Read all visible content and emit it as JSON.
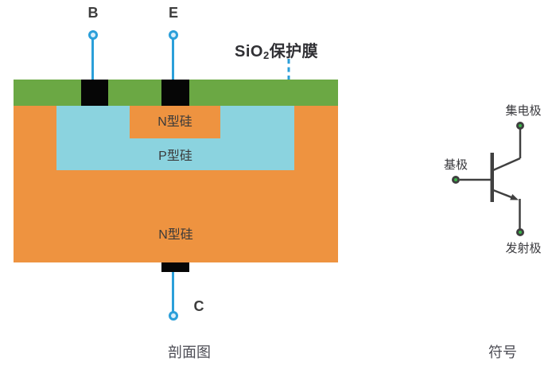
{
  "colors": {
    "sio2-green": "#6ba844",
    "n-orange": "#ee9340",
    "p-blue": "#8bd3df",
    "pin-blue": "#2b9fd9",
    "contact-black": "#060606",
    "text-dark": "#3d3d3d",
    "caption-gray": "#4c4c54",
    "symbol-line": "#404040",
    "terminal-green": "#3cb54a"
  },
  "cross_section": {
    "caption": "剖面图",
    "terminal_b": "B",
    "terminal_e": "E",
    "terminal_c": "C",
    "sio2_label": {
      "prefix": "SiO",
      "sub": "2",
      "suffix": "保护膜"
    },
    "regions": {
      "emitter": "N型硅",
      "base": "P型硅",
      "substrate": "N型硅"
    }
  },
  "symbol": {
    "caption": "符号",
    "collector": "集电极",
    "base": "基极",
    "emitter": "发射极"
  }
}
